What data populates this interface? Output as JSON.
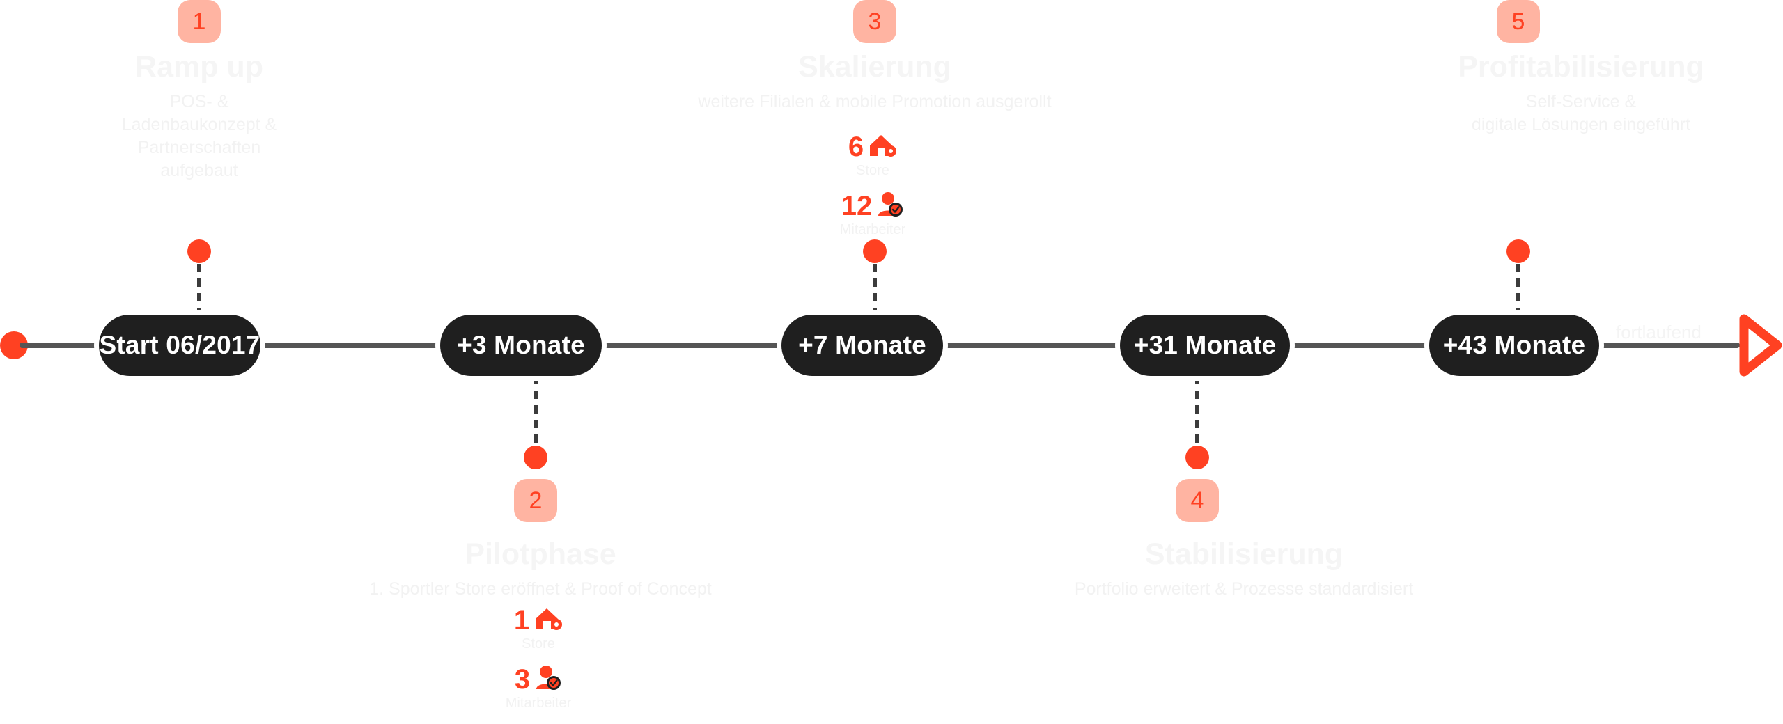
{
  "timeline": {
    "start_cap_color": "#FF4122",
    "line_color": "#555555",
    "arrow_color": "#FF4122",
    "ongoing_label": "fortlaufend",
    "milestones": [
      {
        "label": "Start 06/2017"
      },
      {
        "label": "+3 Monate"
      },
      {
        "label": "+7 Monate"
      },
      {
        "label": "+31 Monate"
      },
      {
        "label": "+43 Monate"
      }
    ]
  },
  "stages": [
    {
      "number": "1",
      "title": "Ramp up",
      "subtitle": "POS- &\nLadenbaukonzept &\nPartnerschaften\naufgebaut",
      "position": "above"
    },
    {
      "number": "2",
      "title": "Pilotphase",
      "subtitle": "1. Sportler Store eröffnet & Proof of Concept",
      "position": "below"
    },
    {
      "number": "3",
      "title": "Skalierung",
      "subtitle": "weitere Filialen & mobile Promotion ausgerollt",
      "position": "above"
    },
    {
      "number": "4",
      "title": "Stabilisierung",
      "subtitle": "Portfolio erweitert & Prozesse standardisiert",
      "position": "below"
    },
    {
      "number": "5",
      "title": "Profitabilisierung",
      "subtitle": "Self-Service &\ndigitale Lösungen eingeführt",
      "position": "above"
    }
  ],
  "metrics": {
    "stage2": [
      {
        "value": "1",
        "label": "Store",
        "icon": "house-icon"
      },
      {
        "value": "3",
        "label": "Mitarbeiter",
        "icon": "person-check-icon"
      }
    ],
    "stage3": [
      {
        "value": "6",
        "label": "Store",
        "icon": "house-icon"
      },
      {
        "value": "12",
        "label": "Mitarbeiter",
        "icon": "person-check-icon"
      }
    ]
  },
  "colors": {
    "accent": "#FF4122",
    "badge_bg": "#FFB4A2",
    "pill_bg": "#1f1f1f",
    "text": "#f3f3f3"
  }
}
